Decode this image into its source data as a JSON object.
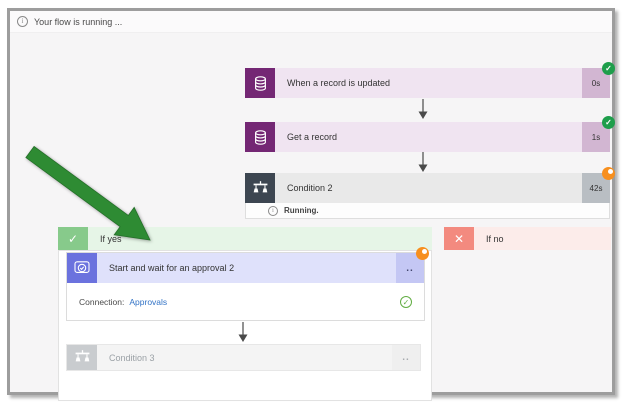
{
  "banner": {
    "text": "Your flow is running ..."
  },
  "steps": {
    "trigger": {
      "title": "When a record is updated",
      "duration": "0s",
      "status": "succeeded"
    },
    "get_record": {
      "title": "Get a record",
      "duration": "1s",
      "status": "succeeded"
    },
    "condition2": {
      "title": "Condition 2",
      "duration": "42s",
      "status": "running",
      "status_text": "Running."
    }
  },
  "branches": {
    "if_yes": {
      "label": "If yes"
    },
    "if_no": {
      "label": "If no"
    }
  },
  "approval": {
    "title": "Start and wait for an approval 2",
    "menu_label": "..",
    "connection_label": "Connection:",
    "connection_value": "Approvals",
    "status": "running"
  },
  "condition3": {
    "title": "Condition 3",
    "menu_label": "..",
    "state": "disabled"
  },
  "colors": {
    "trigger_accent": "#742774",
    "condition_accent": "#3d4651",
    "approval_accent": "#6b72de",
    "success_badge": "#1e9e4b",
    "running_badge": "#f78f1e",
    "if_yes_accent": "#87ca8b",
    "if_no_accent": "#f38a7f",
    "annotation_arrow": "#2e8b33",
    "frame_border": "#9d9d9d"
  }
}
